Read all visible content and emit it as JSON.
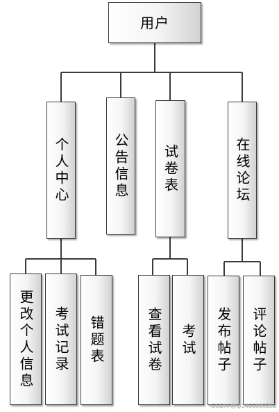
{
  "root": "用户",
  "categories": [
    {
      "label": "个人中心",
      "children": [
        "更改个人信息",
        "考试记录",
        "错题表"
      ]
    },
    {
      "label": "公告信息",
      "children": []
    },
    {
      "label": "试卷表",
      "children": [
        "查看试卷",
        "考试"
      ]
    },
    {
      "label": "在线论坛",
      "children": [
        "发布帖子",
        "评论帖子"
      ]
    }
  ],
  "watermark": "CSDN @Q2465880282",
  "colors": {
    "line": "#3a3a3a",
    "border": "#3a3a3a",
    "text": "#000000"
  }
}
